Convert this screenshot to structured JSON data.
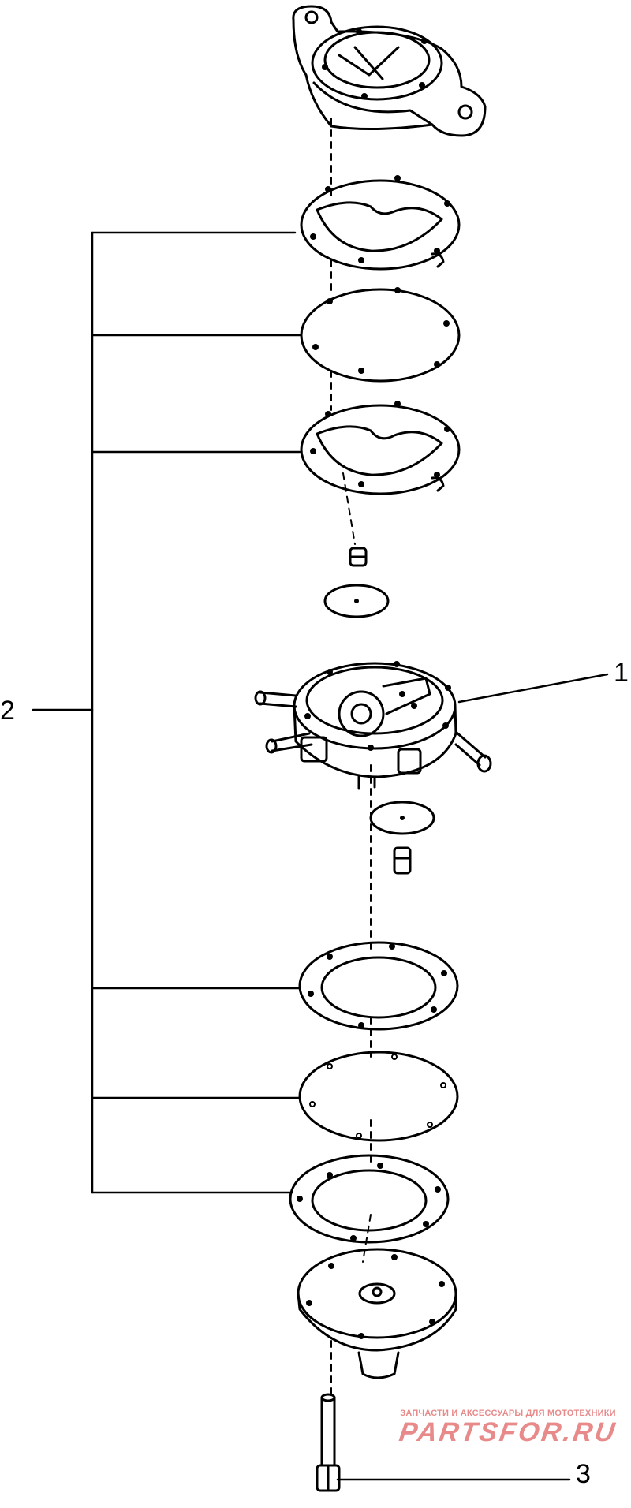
{
  "callouts": {
    "part_1": "1",
    "part_2": "2",
    "part_3": "3"
  },
  "watermark": {
    "caption": "ЗАПЧАСТИ И АКСЕССУАРЫ ДЛЯ МОТОТЕХНИКИ",
    "brand": "PARTSFOR.RU",
    "color": "#e88a8a"
  },
  "colors": {
    "ink": "#000000",
    "background": "#ffffff"
  }
}
